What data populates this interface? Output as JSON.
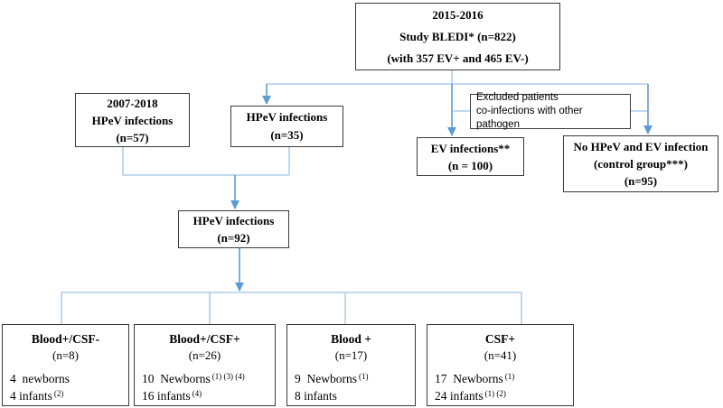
{
  "flowchart": {
    "colors": {
      "connector_line": "#9DC3E6",
      "arrow": "#5B9BD5",
      "box_border": "#3A3A3A",
      "text": "#000000"
    },
    "study_box": {
      "line1": "2015-2016",
      "line2": "Study BLEDI* (n=822)",
      "line3": "(with 357 EV+ and 465 EV-)"
    },
    "hpev_2007_box": {
      "line1": "2007-2018",
      "line2": "HPeV infections",
      "line3": "(n=57)"
    },
    "hpev_35_box": {
      "line1": "HPeV infections",
      "line2": "(n=35)"
    },
    "excluded_box": {
      "line1": "Excluded patients",
      "line2": "co-infections with other pathogen"
    },
    "ev_box": {
      "line1": "EV infections**",
      "line2": "(n = 100)"
    },
    "control_box": {
      "line1": "No HPeV and EV infection",
      "line2": "(control group***)",
      "line3": "(n=95)"
    },
    "hpev_92_box": {
      "line1": "HPeV infections",
      "line2": "(n=92)"
    },
    "outcome_boxes": [
      {
        "title": "Blood+/CSF-",
        "n": "(n=8)",
        "rows": [
          {
            "text": "4  newborns",
            "sup": ""
          },
          {
            "text": "4 infants",
            "sup": "(2)"
          }
        ]
      },
      {
        "title": "Blood+/CSF+",
        "n": "(n=26)",
        "rows": [
          {
            "text": "10  Newborns",
            "sup": "(1) (3) (4)"
          },
          {
            "text": "16 infants",
            "sup": "(4)"
          }
        ]
      },
      {
        "title": "Blood +",
        "n": "(n=17)",
        "rows": [
          {
            "text": "9  Newborns",
            "sup": "(1)"
          },
          {
            "text": "8 infants",
            "sup": ""
          }
        ]
      },
      {
        "title": "CSF+",
        "n": "(n=41)",
        "rows": [
          {
            "text": "17  Newborns",
            "sup": "(1)"
          },
          {
            "text": "24 infants",
            "sup": "(1) (2)"
          }
        ]
      }
    ]
  }
}
